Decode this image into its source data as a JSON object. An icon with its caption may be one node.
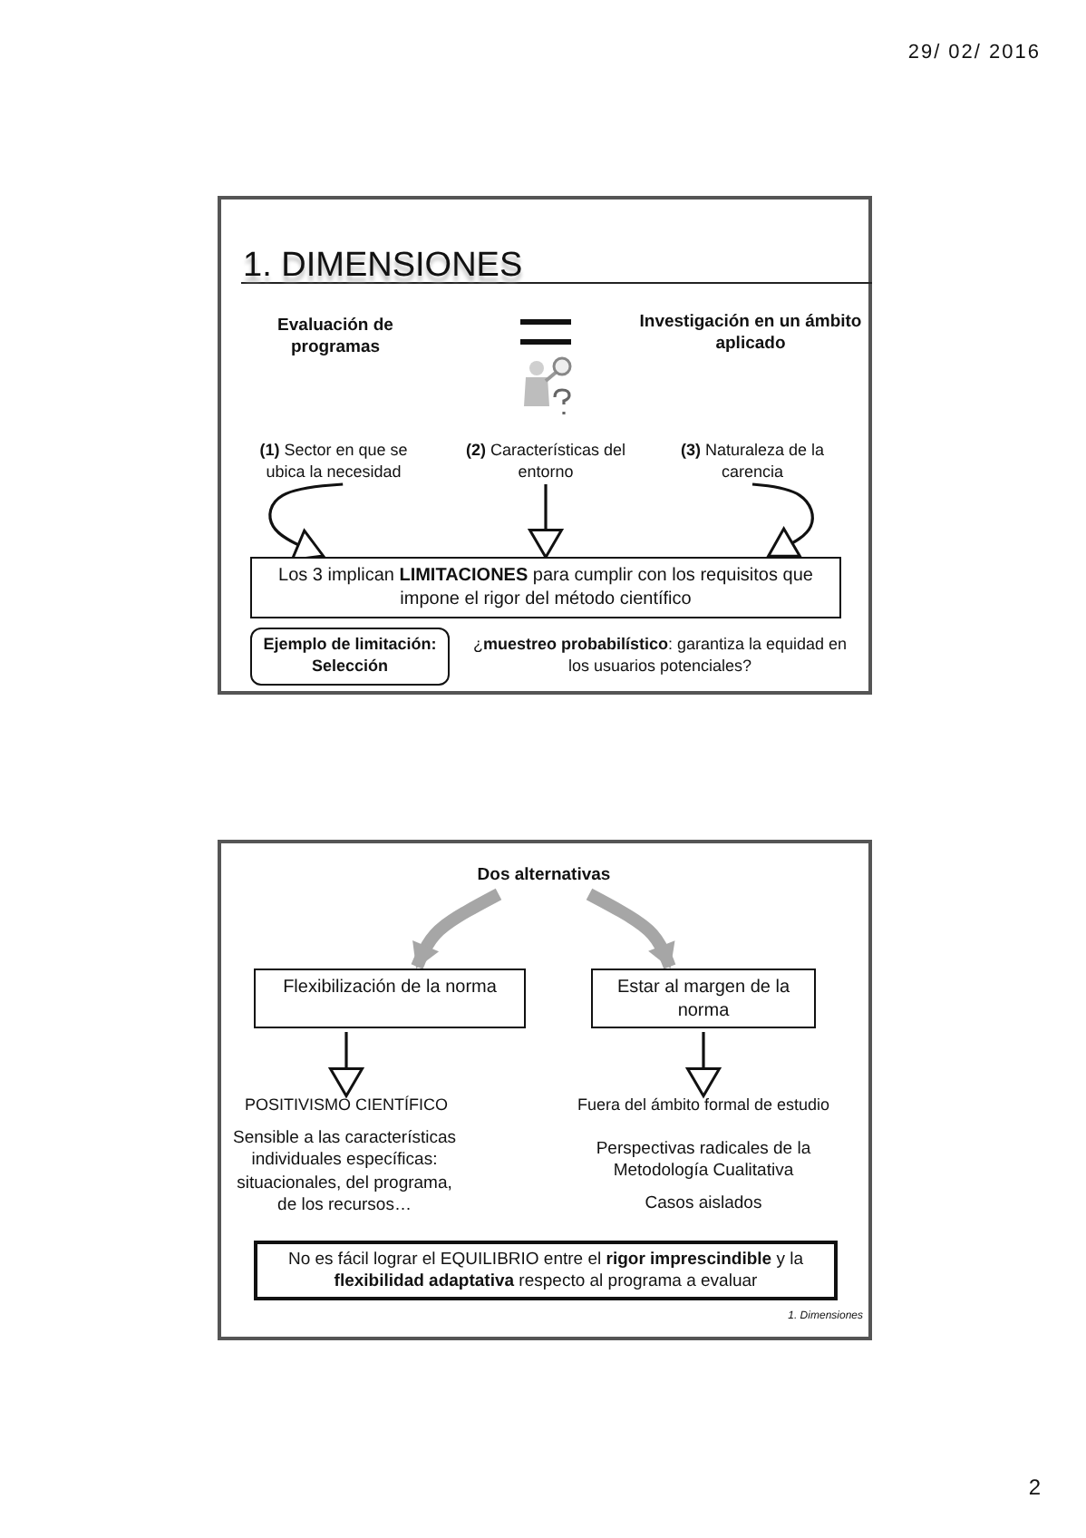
{
  "diagram": {
    "nodes": [
      {
        "text": [
          "1. DIMENSIONES"
        ]
      },
      {
        "text": [
          "Evaluación de programas"
        ],
        "in": 0
      },
      {
        "text": [
          "Investigación en un ámbito aplicado"
        ],
        "in": 0
      },
      {
        "text": [
          "**(1)** Sector en que se ubica la necesidad"
        ],
        "in": 0
      },
      {
        "text": [
          "**(2)** Características del entorno"
        ],
        "in": 0
      },
      {
        "text": [
          "**(3)** Naturaleza de la carencia"
        ],
        "in": 0
      },
      {
        "text": [
          "Los 3 implican **LIMITACIONES** para cumplir con los requisitos que impone el rigor del método científico"
        ],
        "in": 0
      },
      {
        "text": [
          "Ejemplo de limitación: Selección"
        ],
        "in": 0
      },
      {
        "text": [
          "¿**muestreo probabilístico**: garantiza la equidad en los usuarios potenciales?"
        ],
        "in": 0
      },
      {
        "text": [],
        "shape": "box"
      },
      {
        "text": [
          "Dos alternativas"
        ],
        "in": 9
      },
      {
        "text": [
          "Flexibilización de la norma"
        ],
        "in": 9
      },
      {
        "text": [
          "Estar al margen de la norma"
        ],
        "in": 9
      },
      {
        "text": [
          "POSITIVISMO CIENTÍFICO"
        ],
        "in": 9
      },
      {
        "text": [
          "Fuera del ámbito formal de estudio"
        ],
        "in": 9
      },
      {
        "text": [
          "No es fácil lograr el EQUILIBRIO entre el **rigor imprescindible** y la **flexibilidad adaptativa** respecto al programa a evaluar"
        ],
        "in": 9
      }
    ],
    "edges": [
      {
        "from": 3,
        "to": 6,
        "arrow": "to"
      },
      {
        "from": 4,
        "to": 6,
        "arrow": "to"
      },
      {
        "from": 5,
        "to": 6,
        "arrow": "to"
      },
      {
        "from": 10,
        "to": 11,
        "arrow": "to",
        "style": "thick",
        "color": "#a6a6a6"
      },
      {
        "from": 10,
        "to": 12,
        "arrow": "to",
        "style": "thick",
        "color": "#a6a6a6"
      },
      {
        "from": 11,
        "to": 13,
        "arrow": "to"
      },
      {
        "from": 12,
        "to": 14,
        "arrow": "to"
      }
    ],
    "labels": [
      "29/ 02/ 2016",
      "Sensible a las características individuales específicas: situacionales, del programa, de los recursos…",
      "Perspectivas radicales de la Metodología Cualitativa",
      "Casos aislados",
      "1. Dimensiones",
      "2"
    ]
  }
}
